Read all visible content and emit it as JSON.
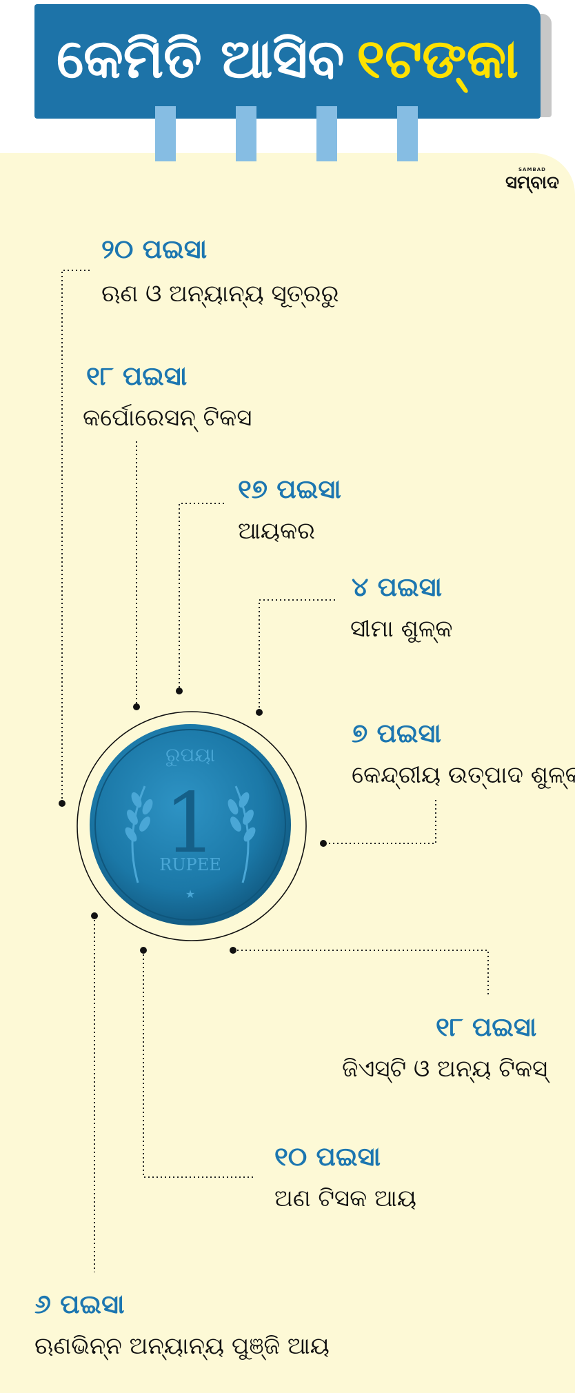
{
  "header": {
    "title": "କେମିତି ଆସିବ",
    "highlight": "୧ଟଙ୍କା"
  },
  "brand": {
    "small_text": "SAMBAD",
    "logo_text": "ସମ୍ବାଦ"
  },
  "coin": {
    "top_text": "ରୁପୟା",
    "numeral": "1",
    "denomination": "RUPEE"
  },
  "sources": [
    {
      "amount": "୨୦ ପଇସା",
      "label": "ଋଣ ଓ ଅନ୍ୟାନ୍ୟ ସୂତ୍ରରୁ"
    },
    {
      "amount": "୧୮ ପଇସା",
      "label": "କର୍ପୋରେସନ୍ ଟିକସ"
    },
    {
      "amount": "୧୭ ପଇସା",
      "label": "ଆୟକର"
    },
    {
      "amount": "୪ ପଇସା",
      "label": "ସୀମା ଶୁଳ୍କ"
    },
    {
      "amount": "୭ ପଇସା",
      "label": "କେନ୍ଦ୍ରୀୟ ଉତ୍ପାଦ ଶୁଳ୍କ"
    },
    {
      "amount": "୧୮ ପଇସା",
      "label": "ଜିଏସ୍‌ଟି ଓ ଅନ୍ୟ ଟିକସ୍"
    },
    {
      "amount": "୧୦ ପଇସା",
      "label": "ଅଣ ଟିସକ ଆୟ"
    },
    {
      "amount": "୬ ପଇସା",
      "label": "ଋଣଭିନ୍ନ ଅନ୍ୟାନ୍ୟ ପୁଞ୍ଜି ଆୟ"
    }
  ],
  "colors": {
    "banner": "#1d73a8",
    "highlight": "#ffe100",
    "amount": "#1c76b0",
    "background": "#fdf9d6",
    "coin": "#1f7fae"
  }
}
